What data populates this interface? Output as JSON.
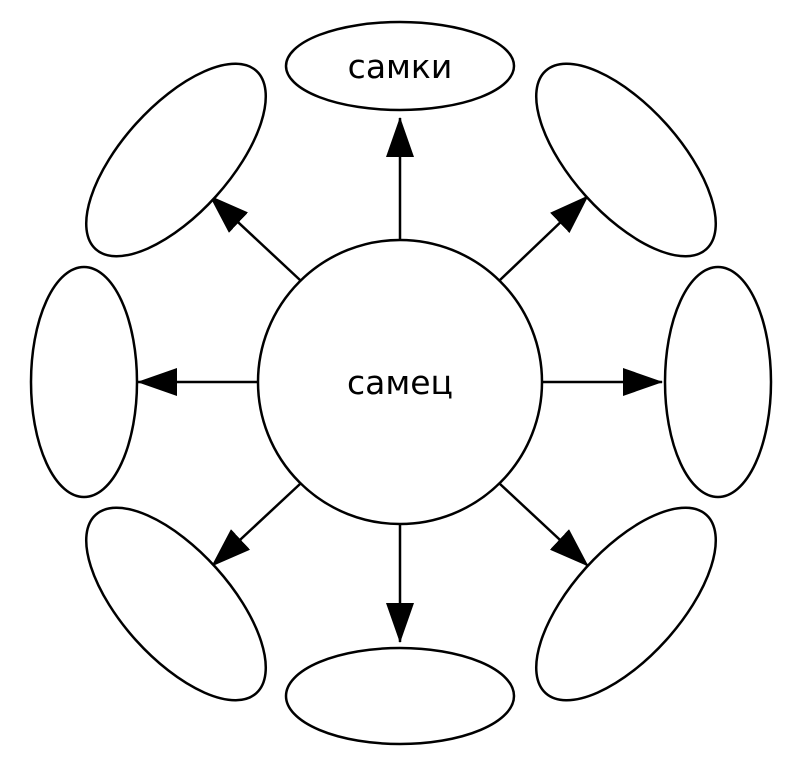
{
  "center": {
    "label": "самец"
  },
  "targets": [
    {
      "id": "top",
      "label": "самки"
    },
    {
      "id": "top-right",
      "label": ""
    },
    {
      "id": "right",
      "label": ""
    },
    {
      "id": "bottom-right",
      "label": ""
    },
    {
      "id": "bottom",
      "label": ""
    },
    {
      "id": "bottom-left",
      "label": ""
    },
    {
      "id": "left",
      "label": ""
    },
    {
      "id": "top-left",
      "label": ""
    }
  ]
}
